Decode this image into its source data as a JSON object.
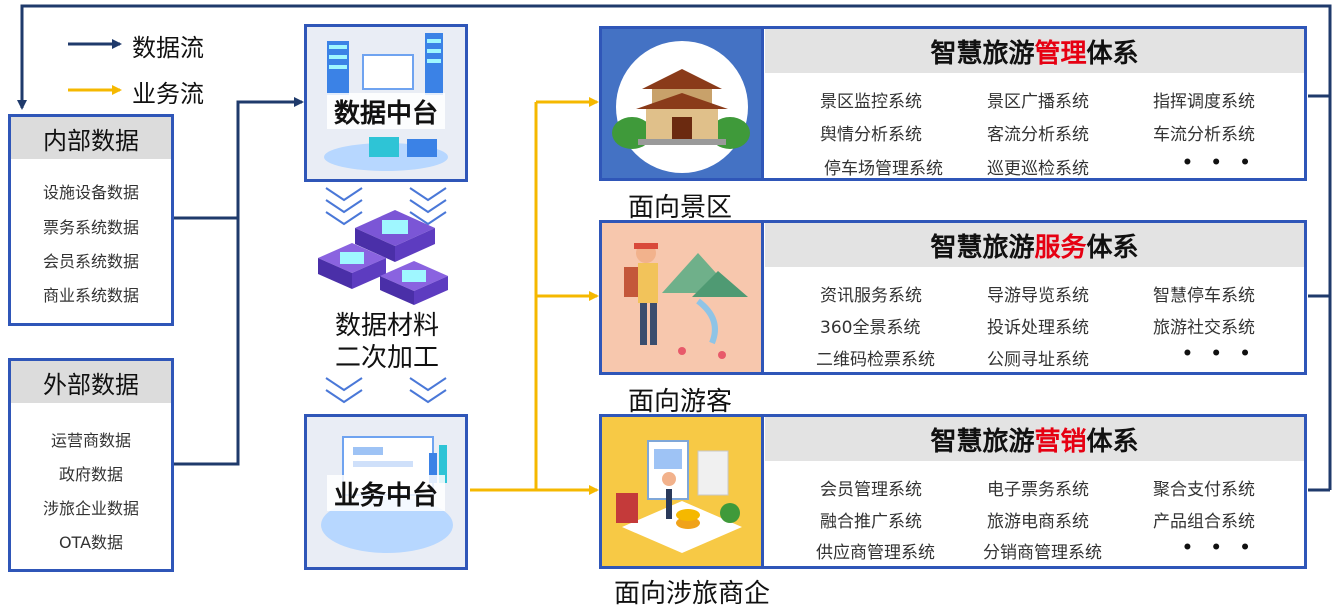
{
  "legend": {
    "data_flow": "数据流",
    "business_flow": "业务流"
  },
  "internal": {
    "title": "内部数据",
    "items": [
      "设施设备数据",
      "票务系统数据",
      "会员系统数据",
      "商业系统数据"
    ]
  },
  "external": {
    "title": "外部数据",
    "items": [
      "运营商数据",
      "政府数据",
      "涉旅企业数据",
      "OTA数据"
    ]
  },
  "data_platform": {
    "label": "数据中台"
  },
  "processing": {
    "line1": "数据材料",
    "line2": "二次加工"
  },
  "business_platform": {
    "label": "业务中台"
  },
  "systems": [
    {
      "title_pre": "智慧旅游",
      "title_hl": "管理",
      "title_post": "体系",
      "caption": "面向景区",
      "items": [
        "景区监控系统",
        "景区广播系统",
        "指挥调度系统",
        "舆情分析系统",
        "客流分析系统",
        "车流分析系统",
        "停车场管理系统",
        "巡更巡检系统",
        "• • •"
      ]
    },
    {
      "title_pre": "智慧旅游",
      "title_hl": "服务",
      "title_post": "体系",
      "caption": "面向游客",
      "items": [
        "资讯服务系统",
        "导游导览系统",
        "智慧停车系统",
        "360全景系统",
        "投诉处理系统",
        "旅游社交系统",
        "二维码检票系统",
        "公厕寻址系统",
        "• • •"
      ]
    },
    {
      "title_pre": "智慧旅游",
      "title_hl": "营销",
      "title_post": "体系",
      "caption": "面向涉旅商企",
      "items": [
        "会员管理系统",
        "电子票务系统",
        "聚合支付系统",
        "融合推广系统",
        "旅游电商系统",
        "产品组合系统",
        "供应商管理系统",
        "分销商管理系统",
        "• • •"
      ]
    }
  ],
  "colors": {
    "data_flow": "#1f3a6b",
    "business_flow": "#f5b800",
    "border": "#2f56b8",
    "highlight": "#e60012"
  }
}
